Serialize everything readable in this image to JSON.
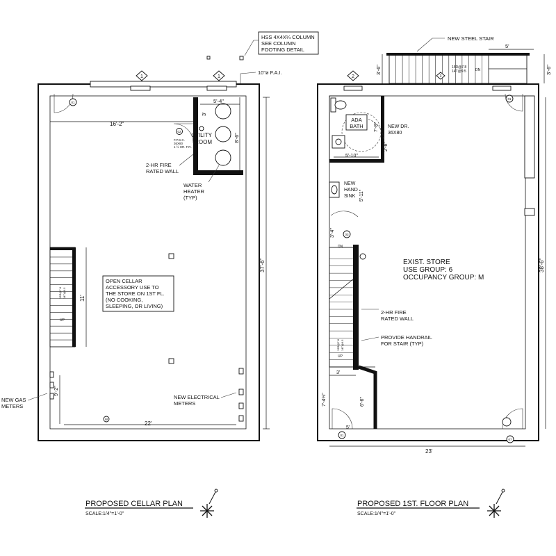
{
  "cellar_plan": {
    "title": "PROPOSED CELLAR PLAN",
    "scale": "SCALE:1/4\"=1'-0\"",
    "column_note": [
      "HSS 4X4X¼ COLUMN",
      "SEE COLUMN",
      "FOOTING DETAIL"
    ],
    "fai_note": "10\"ø F.A.I.",
    "utility_room": [
      "UTILITY",
      "ROOM"
    ],
    "door_note": [
      "F.P.S.C.",
      "36X80",
      "1 ½ HR. F.R."
    ],
    "fire_wall_note": [
      "2-HR FIRE",
      "RATED WALL"
    ],
    "water_heater_note": [
      "WATER",
      "HEATER",
      "(TYP)"
    ],
    "use_note": [
      "OPEN CELLAR",
      "ACCESSORY USE TO",
      "THE STORE ON 1ST FL.",
      "(NO COOKING,",
      "SLEEPING, OR LIVING)"
    ],
    "gas_meters_note": [
      "NEW GAS",
      "METERS"
    ],
    "electrical_meters_note": [
      "NEW ELECTRICAL",
      "METERS"
    ],
    "stair_up": "UP",
    "stair_riser_note": [
      "13R@7.8",
      "14T@9.5"
    ],
    "dims": {
      "width_top": "16'-2\"",
      "utility_width": "5'-4\"",
      "utility_height": "8'-6\"",
      "utility_side": "3'",
      "depth": "37'-6\"",
      "stair_len": "11'",
      "gas_zone": "9'-2\"",
      "width_bottom": "22'"
    },
    "tags": {
      "window_a": "1",
      "window_b": "1",
      "door_01": "01",
      "door_02": "02",
      "bottom": "W"
    }
  },
  "first_floor_plan": {
    "title": "PROPOSED 1ST. FLOOR PLAN",
    "scale": "SCALE:1/4\"=1'-0\"",
    "steel_stair_note": "NEW STEEL STAIR",
    "steel_stair_riser_note": [
      "15R@7.8",
      "14T@9.5"
    ],
    "steel_stair_dn": "DN",
    "ada_bath": [
      "ADA",
      "BATH"
    ],
    "new_door_note": [
      "NEW DR.",
      "36X80"
    ],
    "hand_sink_note": [
      "NEW",
      "HAND",
      "SINK"
    ],
    "store_note": [
      "EXIST. STORE",
      "USE GROUP: 6",
      "OCCUPANCY GROUP: M"
    ],
    "fire_wall_note": [
      "2-HR FIRE",
      "RATED WALL"
    ],
    "handrail_note": [
      "PROVIDE HANDRAIL",
      "FOR STAIR (TYP)"
    ],
    "stair_dn": "DN",
    "stair_up": "UP",
    "stair_riser_note": [
      "13R@7.8",
      "14T@9.5"
    ],
    "dims": {
      "stair_top": "5'",
      "stair_side": "3'-6\"",
      "bath_height": "7'-8\"",
      "door_side": "2'-8\"",
      "bath_width": "5'-10\"",
      "sink_offset": "5'-11\"",
      "stair_gap": "3'-4\"",
      "depth": "38'-6\"",
      "landing": "3'",
      "vestibule_h": "7'-4½\"",
      "vestibule_gap": "6'-6\"",
      "vestibule_w": "5'",
      "width_bottom": "23'"
    },
    "tags": {
      "window_2": "2",
      "window_3": "3",
      "door_01_top": "01",
      "door_03": "03",
      "door_01_bottom": "01",
      "door_07": "07"
    }
  }
}
